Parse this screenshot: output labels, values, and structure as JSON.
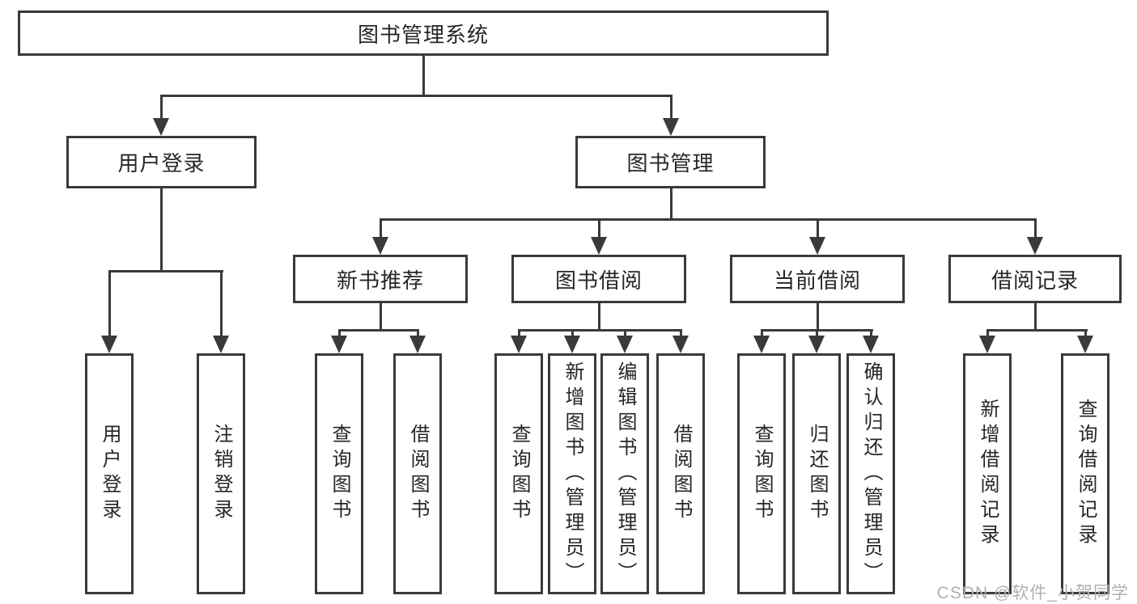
{
  "tree": {
    "root": "图书管理系统",
    "branches": [
      {
        "label": "用户登录",
        "children": [
          {
            "label": "用户登录"
          },
          {
            "label": "注销登录"
          }
        ]
      },
      {
        "label": "图书管理",
        "groups": [
          {
            "label": "新书推荐",
            "children": [
              {
                "label": "查询图书"
              },
              {
                "label": "借阅图书"
              }
            ]
          },
          {
            "label": "图书借阅",
            "children": [
              {
                "label": "查询图书"
              },
              {
                "label": "新增图书（管理员）"
              },
              {
                "label": "编辑图书（管理员）"
              },
              {
                "label": "借阅图书"
              }
            ]
          },
          {
            "label": "当前借阅",
            "children": [
              {
                "label": "查询图书"
              },
              {
                "label": "归还图书"
              },
              {
                "label": "确认归还（管理员）"
              }
            ]
          },
          {
            "label": "借阅记录",
            "children": [
              {
                "label": "新增借阅记录"
              },
              {
                "label": "查询借阅记录"
              }
            ]
          }
        ]
      }
    ]
  },
  "watermark": {
    "text": "CSDN @软件_小贺同学"
  },
  "colors": {
    "line": "#3a3a3a",
    "text": "#262626",
    "watermark": "#b0b0b0",
    "background": "#ffffff"
  }
}
